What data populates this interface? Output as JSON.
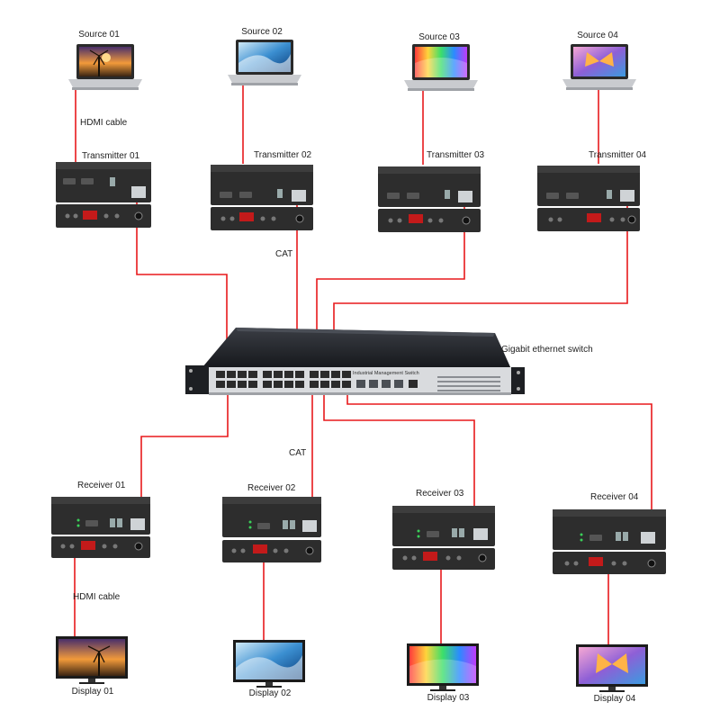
{
  "sources": [
    {
      "label": "Source 01",
      "screen": "windmill-sunset"
    },
    {
      "label": "Source 02",
      "screen": "blue-wave"
    },
    {
      "label": "Source 03",
      "screen": "rainbow-paint"
    },
    {
      "label": "Source 04",
      "screen": "butterfly-flower"
    }
  ],
  "transmitters": [
    {
      "label": "Transmitter 01"
    },
    {
      "label": "Transmitter 02"
    },
    {
      "label": "Transmitter 03"
    },
    {
      "label": "Transmitter 04"
    }
  ],
  "receivers": [
    {
      "label": "Receiver 01"
    },
    {
      "label": "Receiver 02"
    },
    {
      "label": "Receiver 03"
    },
    {
      "label": "Receiver 04"
    }
  ],
  "displays": [
    {
      "label": "Display 01",
      "screen": "windmill-sunset"
    },
    {
      "label": "Display 02",
      "screen": "blue-wave"
    },
    {
      "label": "Display 03",
      "screen": "rainbow-paint"
    },
    {
      "label": "Display 04",
      "screen": "butterfly-flower"
    }
  ],
  "switch": {
    "label": "Gigabit ethernet switch",
    "panel_text": "Industrial Management Switch"
  },
  "cables": {
    "hdmi_top": "HDMI cable",
    "cat_top": "CAT",
    "cat_bottom": "CAT",
    "hdmi_bottom": "HDMI cable"
  },
  "colors": {
    "cable": "#e8191c",
    "device_body": "#2b2b2b",
    "background": "#ffffff"
  }
}
